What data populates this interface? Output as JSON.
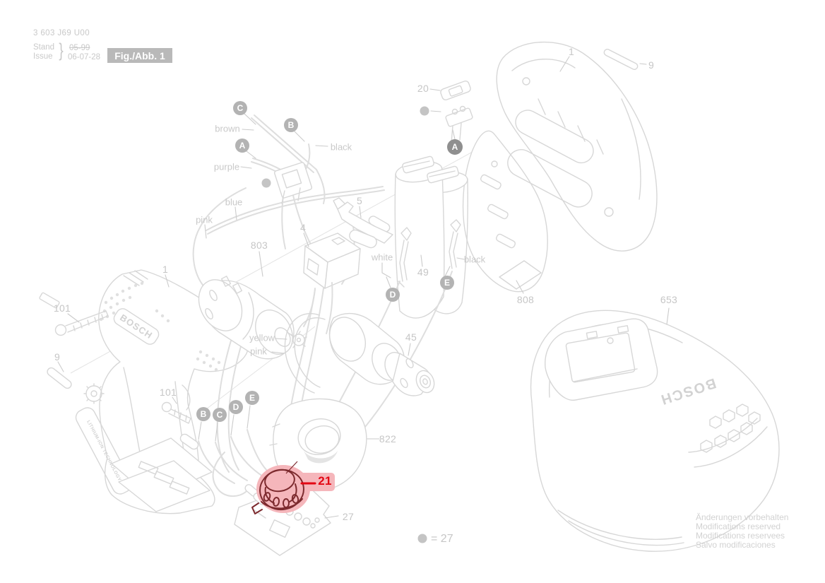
{
  "header": {
    "doc_number": "3 603 J69 U00",
    "stand_label": "Stand",
    "issue_label": "Issue",
    "brace": "}",
    "superseded": "05-99",
    "date": "06-07-28",
    "fig_badge": "Fig./Abb. 1"
  },
  "brand": {
    "logo_text": "BOSCH",
    "strip_text": "LITHIUM-ION TECHNOLOGY"
  },
  "labels": {
    "p1_top": "1",
    "p9_top": "9",
    "p20": "20",
    "p5": "5",
    "p4": "4",
    "p803": "803",
    "p49": "49",
    "p808": "808",
    "p653": "653",
    "p1_left": "1",
    "p101_upper": "101",
    "p9_left": "9",
    "p101_lower": "101",
    "p45": "45",
    "p822": "822",
    "p27": "27",
    "p21": "21"
  },
  "wires": {
    "brown": "brown",
    "black_top": "black",
    "purple": "purple",
    "blue": "blue",
    "pink_top": "pink",
    "white": "white",
    "black_battery": "black",
    "yellow": "yellow",
    "pink_bottom": "pink"
  },
  "connectors": {
    "c_top": "C",
    "b_top": "B",
    "a_top": "A",
    "a_switch": "A",
    "d_battery": "D",
    "e_battery": "E",
    "b_pcb": "B",
    "c_pcb": "C",
    "d_pcb": "D",
    "e_pcb": "E"
  },
  "legend": {
    "equals_27": "= 27"
  },
  "footer": {
    "line1": "Änderungen vorbehalten",
    "line2": "Modifications reserved",
    "line3": "Modifications reservees",
    "line4": "Salvo modificaciones"
  },
  "colors": {
    "line": "#d7d7d7",
    "label_text": "#c6c6c6",
    "badge_bg": "#b3b3b3",
    "badge_dark_bg": "#8f8f8f",
    "fig_badge_bg": "#b9b9b9",
    "highlight_fill": "#f5b6bb",
    "highlight_outline": "#7d2a2e",
    "accent_red": "#e30613"
  }
}
